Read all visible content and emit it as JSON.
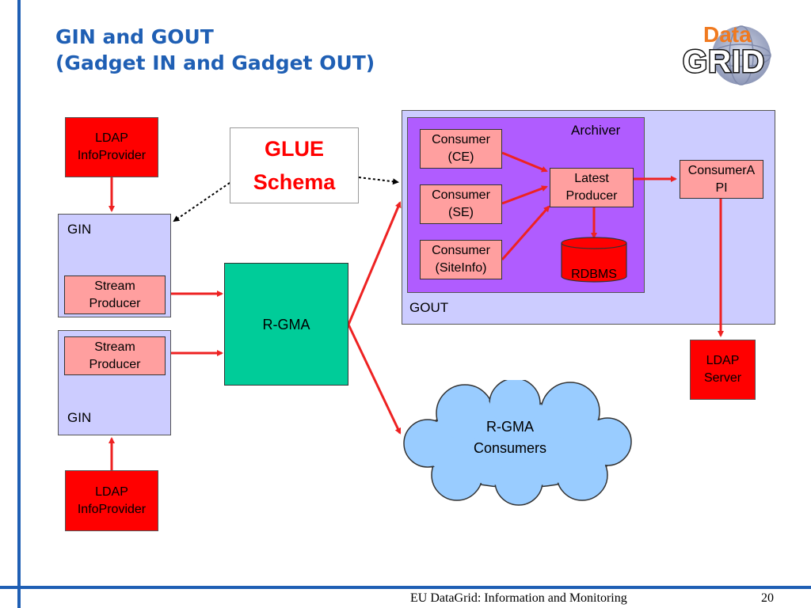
{
  "slide": {
    "title_line1": "GIN and GOUT",
    "title_line2": "(Gadget IN and Gadget OUT)",
    "footer": "EU DataGrid: Information and Monitoring",
    "page_number": "20"
  },
  "logo": {
    "word_top": "Data",
    "word_bottom": "GRID"
  },
  "diagram": {
    "ldap_top": [
      "LDAP",
      "InfoProvider"
    ],
    "ldap_bottom": [
      "LDAP",
      "InfoProvider"
    ],
    "gin_top": "GIN",
    "gin_bottom": "GIN",
    "stream_top": [
      "Stream",
      "Producer"
    ],
    "stream_bottom": [
      "Stream",
      "Producer"
    ],
    "glue": [
      "GLUE",
      "Schema"
    ],
    "rgma": "R-GMA",
    "archiver": "Archiver",
    "gout": "GOUT",
    "consumer_ce": [
      "Consumer",
      "(CE)"
    ],
    "consumer_se": [
      "Consumer",
      "(SE)"
    ],
    "consumer_siteinfo": [
      "Consumer",
      "(SiteInfo)"
    ],
    "latest_producer": [
      "Latest",
      "Producer"
    ],
    "rdbms": "RDBMS",
    "consumer_api": [
      "ConsumerA",
      "PI"
    ],
    "ldap_server": [
      "LDAP",
      "Server"
    ],
    "rgma_consumers": [
      "R-GMA",
      "Consumers"
    ]
  },
  "colors": {
    "accent_blue": "#1f5fb4",
    "ldap_red": "#ff0000",
    "gin_lavender": "#ccccff",
    "stream_pink": "#ff9f9f",
    "rgma_green": "#00cc99",
    "archiver_purple": "#b05cff",
    "cloud_blue": "#99ccff",
    "arrow_red": "#ee2222"
  }
}
